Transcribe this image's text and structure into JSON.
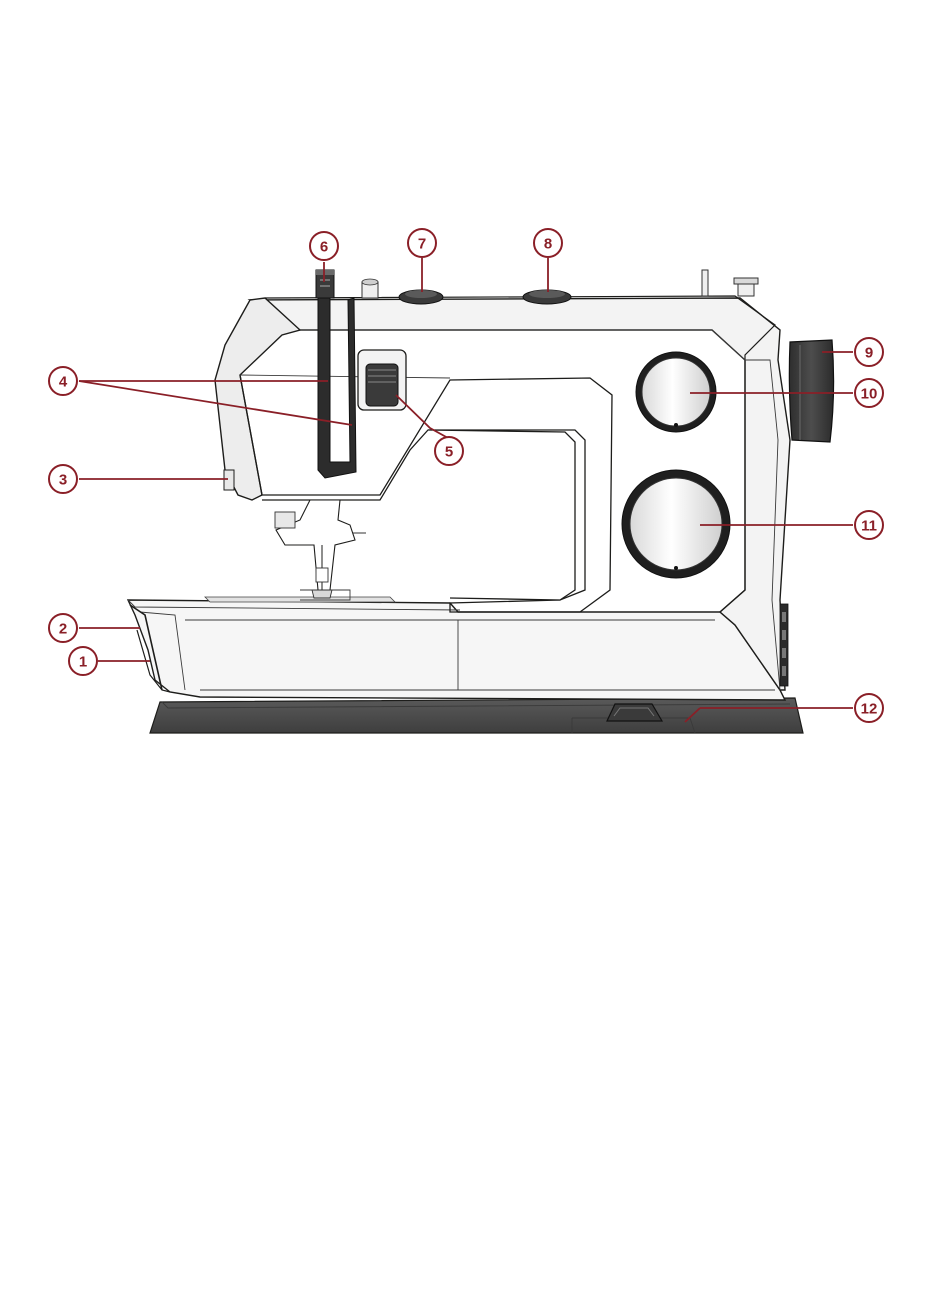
{
  "callouts": [
    {
      "id": "c1",
      "label": "1"
    },
    {
      "id": "c2",
      "label": "2"
    },
    {
      "id": "c3",
      "label": "3"
    },
    {
      "id": "c4",
      "label": "4"
    },
    {
      "id": "c5",
      "label": "5"
    },
    {
      "id": "c6",
      "label": "6"
    },
    {
      "id": "c7",
      "label": "7"
    },
    {
      "id": "c8",
      "label": "8"
    },
    {
      "id": "c9",
      "label": "9"
    },
    {
      "id": "c10",
      "label": "10"
    },
    {
      "id": "c11",
      "label": "11"
    },
    {
      "id": "c12",
      "label": "12"
    }
  ],
  "colors": {
    "callout_accent": "#8a1f27",
    "machine_body": "#f4f4f4",
    "base_dark": "#4a4a4a",
    "handwheel": "#3c3c3c"
  }
}
